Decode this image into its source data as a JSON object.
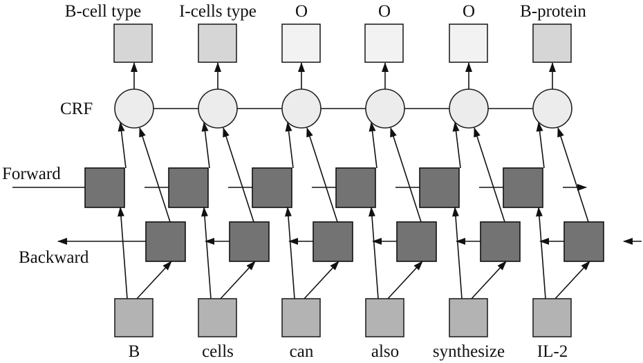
{
  "labels": {
    "crf": "CRF",
    "forward": "Forward",
    "backward": "Backward"
  },
  "tags": [
    "B-cell type",
    "I-cells type",
    "O",
    "O",
    "O",
    "B-protein"
  ],
  "tag_fills": [
    "#d6d6d6",
    "#d6d6d6",
    "#f2f2f2",
    "#f2f2f2",
    "#f2f2f2",
    "#d6d6d6"
  ],
  "words": [
    "B",
    "cells",
    "can",
    "also",
    "synthesize",
    "IL-2"
  ],
  "colors": {
    "word_box": "#b3b3b3",
    "hidden_box": "#737373",
    "crf_node": "#ececec",
    "line": "#111111"
  }
}
